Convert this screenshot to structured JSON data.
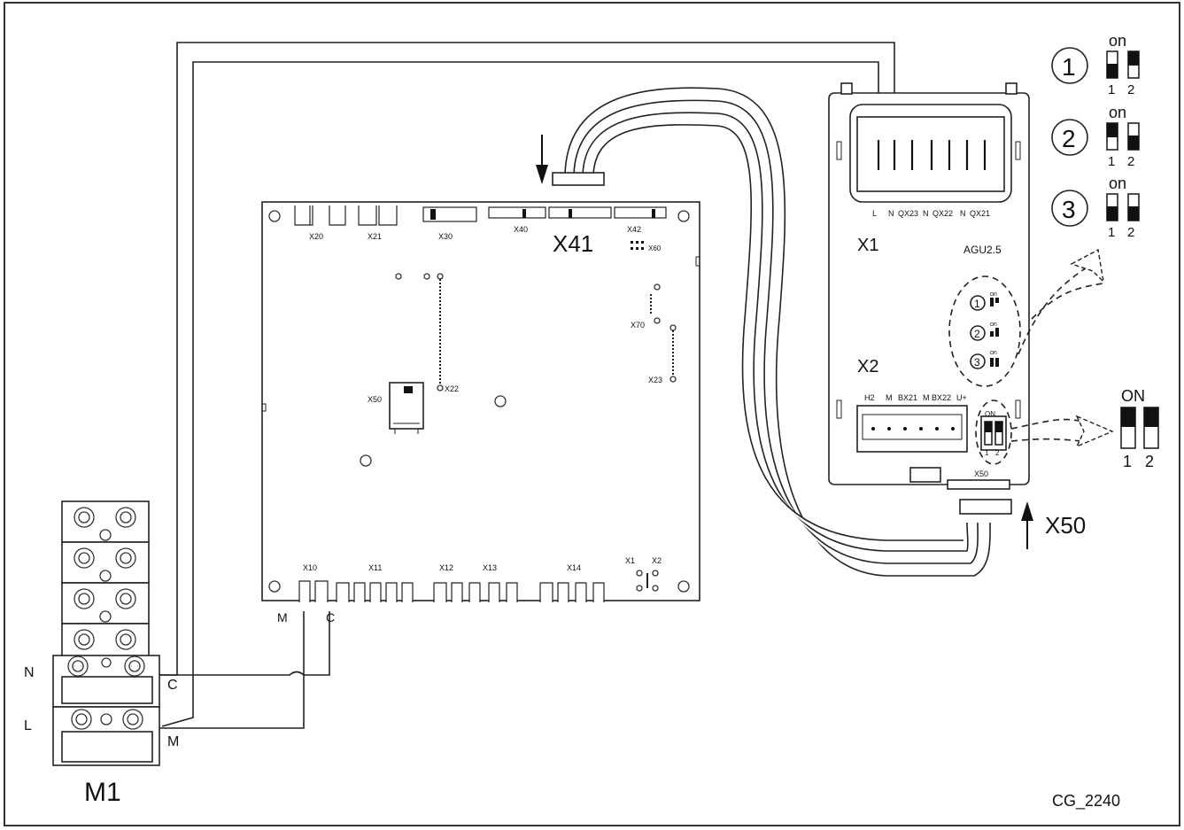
{
  "figure": {
    "id": "CG_2240",
    "accent": "#111111",
    "background": "#ffffff"
  },
  "terminal_block": {
    "name": "M1",
    "row_n": "N",
    "row_l": "L",
    "tag_c": "C",
    "tag_m": "M"
  },
  "main_board": {
    "top_connectors": [
      "X20",
      "X21",
      "X30",
      "X40",
      "X42"
    ],
    "x41": "X41",
    "x60": "X60",
    "x70": "X70",
    "x23": "X23",
    "x22": "X22",
    "x50": "X50",
    "bottom_connectors": [
      "X10",
      "X11",
      "X12",
      "X13",
      "X14",
      "X1",
      "X2"
    ],
    "wire_m": "M",
    "wire_c": "C"
  },
  "agu_module": {
    "model": "AGU2.5",
    "x1": "X1",
    "x2": "X2",
    "x1_terminals": [
      "L",
      "N",
      "QX23",
      "N",
      "QX22",
      "N",
      "QX21"
    ],
    "x2_terminals": [
      "H2",
      "M",
      "BX21",
      "M",
      "BX22",
      "U+"
    ],
    "dip_on": "ON",
    "dip_1": "1",
    "dip_2": "2",
    "x50_small": "X50",
    "x50": "X50"
  },
  "dip_settings": {
    "on_label": "on",
    "sw1": "1",
    "sw2": "2",
    "settings": [
      {
        "num": "1",
        "state": [
          true,
          false
        ]
      },
      {
        "num": "2",
        "state": [
          false,
          true
        ]
      },
      {
        "num": "3",
        "state": [
          true,
          true
        ]
      }
    ]
  },
  "dip_callout": {
    "on_label": "ON",
    "sw1": "1",
    "sw2": "2"
  }
}
